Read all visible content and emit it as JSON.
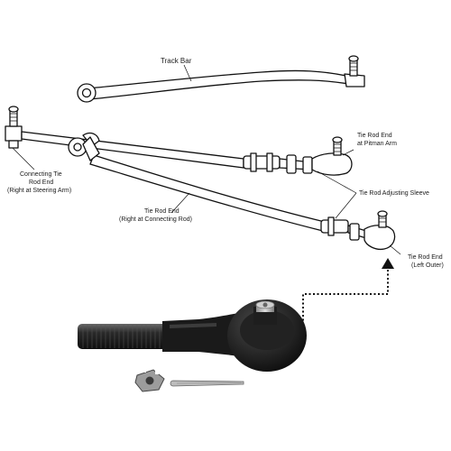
{
  "diagram": {
    "labels": {
      "track_bar": "Track Bar",
      "tie_rod_end_pitman": [
        "Tie Rod End",
        "at Pitman Arm"
      ],
      "connecting_tie_rod_end": [
        "Connecting Tie",
        "Rod End",
        "(Right at Steering Arm)"
      ],
      "tie_rod_adjusting_sleeve": "Tie Rod Adjusting Sleeve",
      "tie_rod_end_connecting_rod": [
        "Tie Rod End",
        "(Right at Connecting Rod)"
      ],
      "tie_rod_end_left_outer": [
        "Tie Rod End",
        "(Left Outer)"
      ]
    },
    "colors": {
      "line_art": "#111111",
      "rubber_black": "#1c1c1c",
      "metal_grey": "#a9a9a9",
      "background": "#ffffff"
    },
    "icons": {
      "callout_arrow": "dotted-arrow-up-icon"
    }
  }
}
